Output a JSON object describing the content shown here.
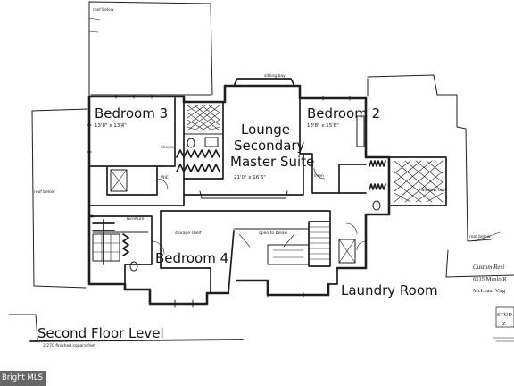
{
  "rooms": {
    "bedroom3": "Bedroom 3",
    "bedroom2": "Bedroom 2",
    "bedroom4": "Bedroom 4",
    "lounge_line1": "Lounge",
    "lounge_line2": "Secondary",
    "lounge_line3": "Master Suite",
    "laundry": "Laundry Room"
  },
  "dims": {
    "bedroom3": "13'8\" x 13'4\"",
    "bedroom2": "13'8\" x 15'8\"",
    "lounge": "21'0\" x 16'6\""
  },
  "notes": {
    "roof_below_top": "roof below",
    "roof_below_left": "roof below",
    "roof_below_right": "roof below",
    "sitting_bay": "sitting bay",
    "open_to_below": "open to below",
    "furniture": "furniture",
    "shower": "shower",
    "wic": "WIC",
    "linen": "linen",
    "storage": "storage shelf",
    "window_seat": "window seat"
  },
  "title": {
    "level": "Second Floor Level",
    "subtitle": "2,270 finished square feet"
  },
  "company": {
    "name": "Custom Resi",
    "address1": "6515 Menlo R",
    "address2": "McLean, Virg",
    "logo_text": "STUD",
    "logo_sub": "Z"
  },
  "watermark": "Bright MLS"
}
